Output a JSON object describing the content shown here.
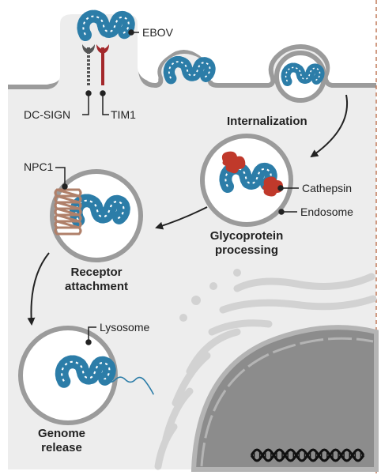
{
  "labels": {
    "ebov": "EBOV",
    "dc_sign": "DC-SIGN",
    "tim1": "TIM1",
    "internalization": "Internalization",
    "cathepsin": "Cathepsin",
    "endosome": "Endosome",
    "npc1": "NPC1",
    "glycoprotein_line1": "Glycoprotein",
    "glycoprotein_line2": "processing",
    "receptor_line1": "Receptor",
    "receptor_line2": "attachment",
    "lysosome": "Lysosome",
    "genome_line1": "Genome",
    "genome_line2": "release"
  },
  "colors": {
    "membrane": "#9b9b9b",
    "cytoplasm": "#ededed",
    "vesicle_fill": "#ffffff",
    "virus": "#2c7da8",
    "virus_spikes": "#2c7da8",
    "cathepsin": "#c0392b",
    "tim1": "#a3282b",
    "dc_sign": "#555555",
    "npc1": "#b0806a",
    "nucleus": "#8c8c8c",
    "organelle": "#d2d2d2",
    "arrow": "#222222",
    "dna": "#111111",
    "dashed_edge": "#c07a5a"
  }
}
